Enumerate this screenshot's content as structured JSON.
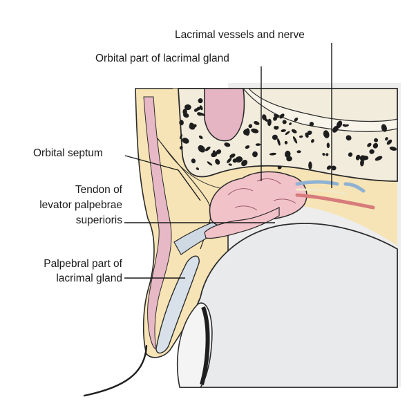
{
  "labels": {
    "lacrimal_vessels_nerve": "Lacrimal vessels and nerve",
    "orbital_part_gland": "Orbital part of lacrimal gland",
    "orbital_septum": "Orbital septum",
    "tendon_line1": "Tendon of",
    "tendon_line2": "levator palpebrae",
    "tendon_line3": "superioris",
    "palpebral_line1": "Palpebral part of",
    "palpebral_line2": "lacrimal gland"
  },
  "colors": {
    "skin": "#f6e4b6",
    "muscle": "#e7b8c6",
    "gland": "#f2c2c9",
    "bone_base": "#f2ecdc",
    "bone_spot": "#1e1e1e",
    "sinus": "#e6b5c4",
    "eyeball": "#e9eaec",
    "tendon": "#cfd9e3",
    "vessel_blue": "#8fb2d2",
    "vessel_red": "#d77b7b",
    "outline": "#2b2b2b"
  }
}
